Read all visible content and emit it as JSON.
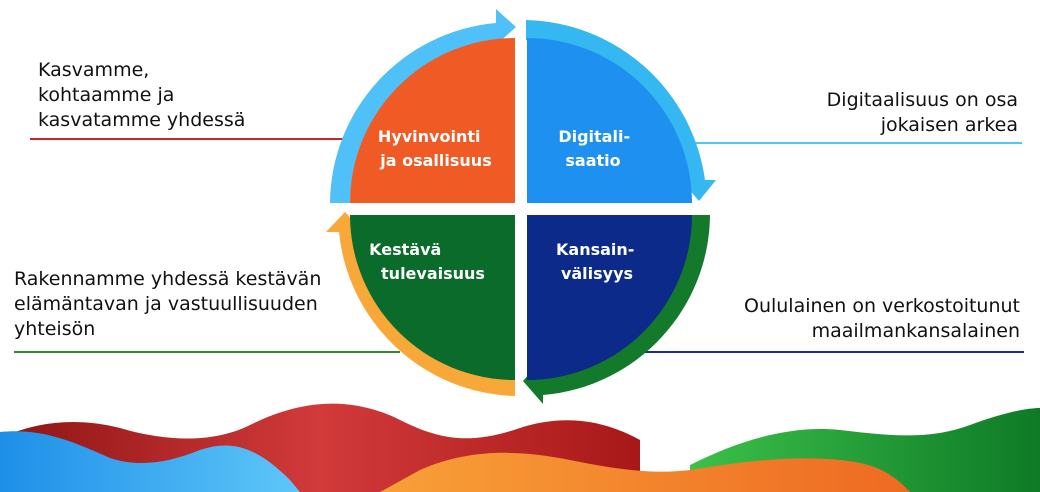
{
  "quadrants": [
    {
      "id": "hyvinvointi",
      "lines": [
        "Hyvinvointi",
        "ja osallisuus"
      ],
      "color": "#F05A24"
    },
    {
      "id": "digitalisaatio",
      "lines": [
        "Digitali-",
        "saatio"
      ],
      "color": "#1E90F0"
    },
    {
      "id": "kestava",
      "lines": [
        "Kestävä",
        "tulevaisuus"
      ],
      "color": "#0B6B2A"
    },
    {
      "id": "kansainvalisyys",
      "lines": [
        "Kansain-",
        "välisyys"
      ],
      "color": "#0C2A8A"
    }
  ],
  "descriptions": {
    "top_left": {
      "lines": [
        "Kasvamme,",
        "kohtaamme ja",
        "kasvatamme yhdessä"
      ],
      "line_color": "#C0282A"
    },
    "top_right": {
      "lines": [
        "Digitaalisuus on osa",
        "jokaisen arkea"
      ],
      "line_color": "#4FC8F5"
    },
    "bottom_left": {
      "lines": [
        "Rakennamme yhdessä kestävän",
        "elämäntavan ja vastuullisuuden",
        "yhteisön"
      ],
      "line_color": "#2E8B2E"
    },
    "bottom_right": {
      "lines": [
        "Oululainen on verkostoitunut",
        "maailmankansalainen"
      ],
      "line_color": "#1A2E8C"
    }
  },
  "arrows": {
    "top_left": "#4FC0F8",
    "top_right": "#35B8F2",
    "bottom_right": "#127A2A",
    "bottom_left": "#F8A838"
  },
  "waves": {
    "back_color": "#C42A2A",
    "mid_color": "#E03A3A",
    "blue": "#2AA8F0",
    "orange": "#F38A2A",
    "green": "#2EA84A"
  }
}
